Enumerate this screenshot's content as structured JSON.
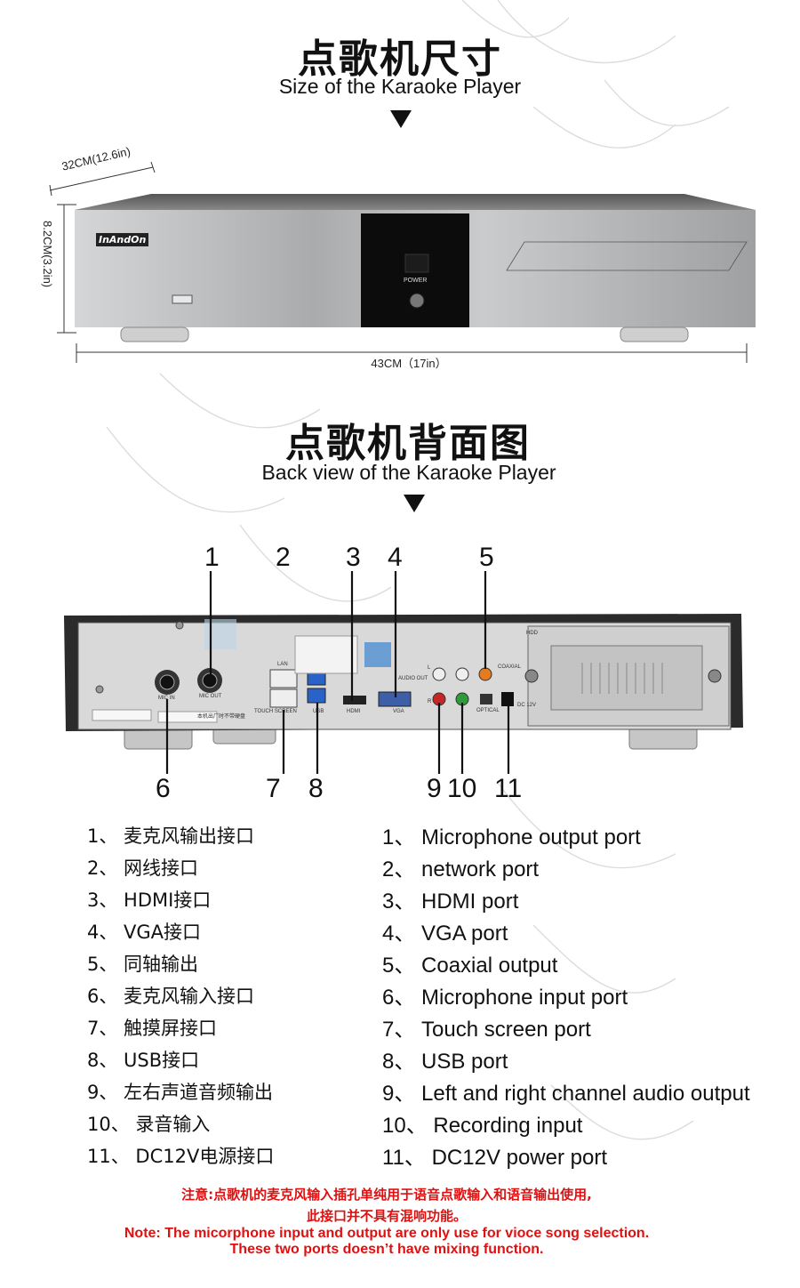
{
  "size_section": {
    "title_zh": "点歌机尺寸",
    "title_en": "Size of the Karaoke Player",
    "depth_label": "32CM(12.6in)",
    "height_label": "8.2CM(3.2in)",
    "width_label": "43CM（17in）",
    "brand": "InAndOn",
    "power_label": "POWER"
  },
  "back_section": {
    "title_zh": "点歌机背面图",
    "title_en": "Back view of the Karaoke Player",
    "top_numbers": [
      "1",
      "2",
      "3",
      "4",
      "5"
    ],
    "bottom_numbers": [
      "6",
      "7",
      "8",
      "9",
      "10",
      "11"
    ],
    "port_labels": {
      "mic_in": "MIC IN",
      "mic_out": "MIC OUT",
      "lan": "LAN",
      "touch": "TOUCH SCREEN",
      "usb": "USB",
      "hdmi": "HDMI",
      "vga": "VGA",
      "audio_out": "AUDIO OUT",
      "coaxial": "COAXIAL",
      "optical": "OPTICAL",
      "dc": "DC 12V",
      "hdd": "HDD",
      "l": "L",
      "r": "R",
      "sticker": "本机出厂时不带硬盘"
    }
  },
  "list_zh": [
    "1、 麦克风输出接口",
    "2、 网线接口",
    "3、 HDMI接口",
    "4、 VGA接口",
    "5、 同轴输出",
    "6、 麦克风输入接口",
    "7、 触摸屏接口",
    "8、 USB接口",
    "9、 左右声道音频输出",
    "10、 录音输入",
    "11、 DC12V电源接口"
  ],
  "list_en": [
    "1、 Microphone output port",
    "2、 network port",
    "3、 HDMI port",
    "4、 VGA port",
    "5、 Coaxial output",
    "6、 Microphone input port",
    "7、 Touch screen port",
    "8、 USB port",
    "9、 Left and right channel audio output",
    "10、 Recording input",
    "11、 DC12V power port"
  ],
  "note": {
    "zh_line1": "注意:点歌机的麦克风输入插孔单纯用于语音点歌输入和语音输出使用,",
    "zh_line2": "此接口并不具有混响功能。",
    "en_line1": "Note: The micorphone input and output are only use for vioce song selection.",
    "en_line2": "These two ports doesn’t have mixing function."
  },
  "colors": {
    "note_red": "#e01010",
    "panel_dark": "#2a2a2a",
    "silver": "#bfc1c3"
  }
}
